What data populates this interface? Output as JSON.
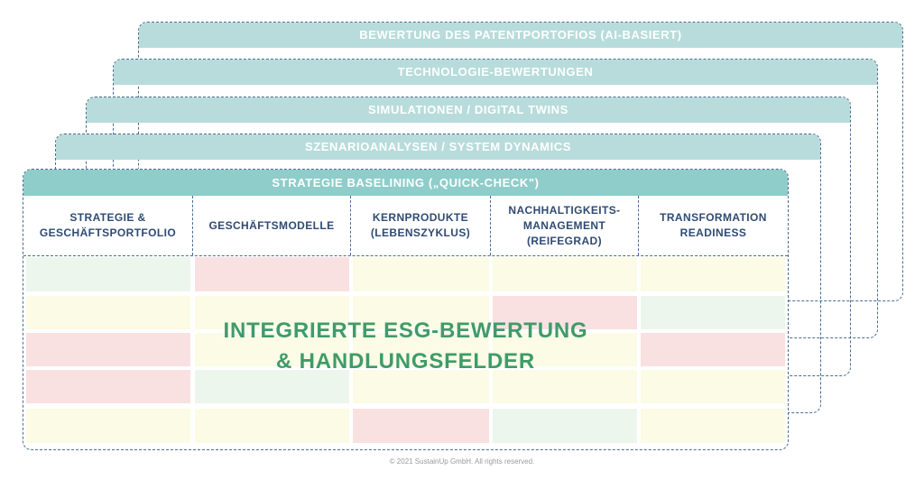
{
  "layers": [
    "BEWERTUNG DES PATENTPORTOFIOS (AI-BASIERT)",
    "TECHNOLOGIE-BEWERTUNGEN",
    "SIMULATIONEN / DIGITAL TWINS",
    "SZENARIOANALYSEN / SYSTEM DYNAMICS"
  ],
  "main": {
    "title": "STRATEGIE BASELINING („QUICK-CHECK\")",
    "columns": [
      [
        "STRATEGIE &",
        "GESCHÄFTSPORTFOLIO"
      ],
      [
        "GESCHÄFTSMODELLE"
      ],
      [
        "KERNPRODUKTE",
        "(LEBENSZYKLUS)"
      ],
      [
        "NACHHALTIGKEITS-",
        "MANAGEMENT",
        "(REIFEGRAD)"
      ],
      [
        "TRANSFORMATION",
        "READINESS"
      ]
    ],
    "grid_status": [
      [
        "green",
        "red",
        "yellow",
        "yellow",
        "yellow"
      ],
      [
        "yellow",
        "yellow",
        "yellow",
        "red",
        "green"
      ],
      [
        "red",
        "yellow",
        "yellow",
        "yellow",
        "red"
      ],
      [
        "red",
        "green",
        "yellow",
        "yellow",
        "yellow"
      ],
      [
        "yellow",
        "yellow",
        "red",
        "green",
        "yellow"
      ]
    ],
    "center_line1": "INTEGRIERTE ESG-BEWERTUNG",
    "center_line2": "& HANDLUNGSFELDER"
  },
  "colors": {
    "green": "#edf6ec",
    "red": "#f9e1e2",
    "yellow": "#fbfbe6",
    "header_bar": "#8ecdc9",
    "layer_bar": "#b7dcdb",
    "title_text": "#3f9b6a"
  },
  "footer": "© 2021 SustainUp GmbH. All rights reserved."
}
